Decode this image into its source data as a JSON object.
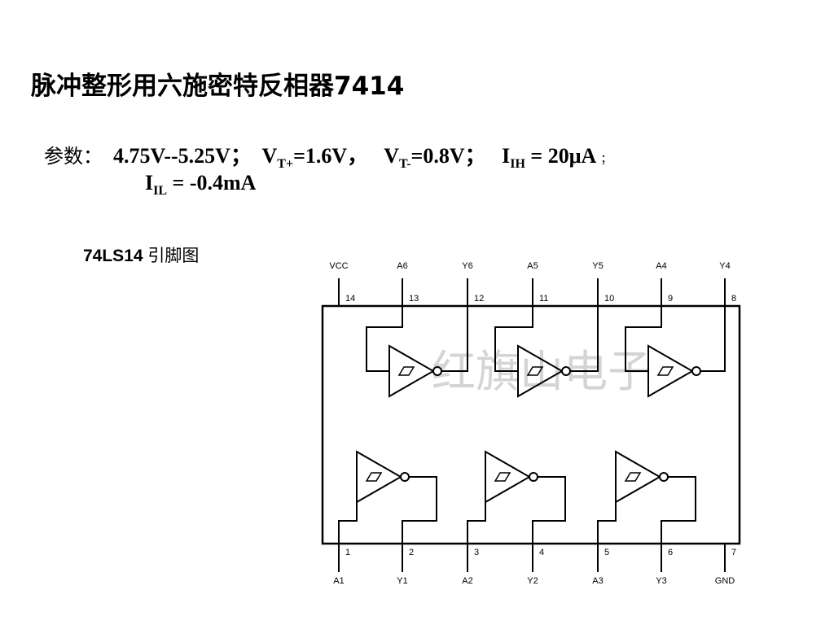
{
  "title": "脉冲整形用六施密特反相器7414",
  "params": {
    "label": "参数：",
    "supply": "4.75V--5.25V",
    "sep1": "；",
    "vt_plus_main": "V",
    "vt_plus_sub": "T+",
    "vt_plus_val": "=1.6V，",
    "vt_minus_main": "V",
    "vt_minus_sub": "T-",
    "vt_minus_val": "=0.8V；",
    "iih_main": "I",
    "iih_sub": "IH",
    "iih_val": " = 20μA",
    "sep2": "；",
    "iil_main": "I",
    "iil_sub": "IL",
    "iil_val": " = -0.4mA"
  },
  "subtitle": {
    "part": "74LS14",
    "label": "引脚图"
  },
  "diagram": {
    "watermark": "红旗山电子",
    "top_pins": [
      {
        "name": "VCC",
        "number": "14"
      },
      {
        "name": "A6",
        "number": "13"
      },
      {
        "name": "Y6",
        "number": "12"
      },
      {
        "name": "A5",
        "number": "11"
      },
      {
        "name": "Y5",
        "number": "10"
      },
      {
        "name": "A4",
        "number": "9"
      },
      {
        "name": "Y4",
        "number": "8"
      }
    ],
    "bottom_pins": [
      {
        "name": "A1",
        "number": "1"
      },
      {
        "name": "Y1",
        "number": "2"
      },
      {
        "name": "A2",
        "number": "3"
      },
      {
        "name": "Y2",
        "number": "4"
      },
      {
        "name": "A3",
        "number": "5"
      },
      {
        "name": "Y3",
        "number": "6"
      },
      {
        "name": "GND",
        "number": "7"
      }
    ]
  }
}
